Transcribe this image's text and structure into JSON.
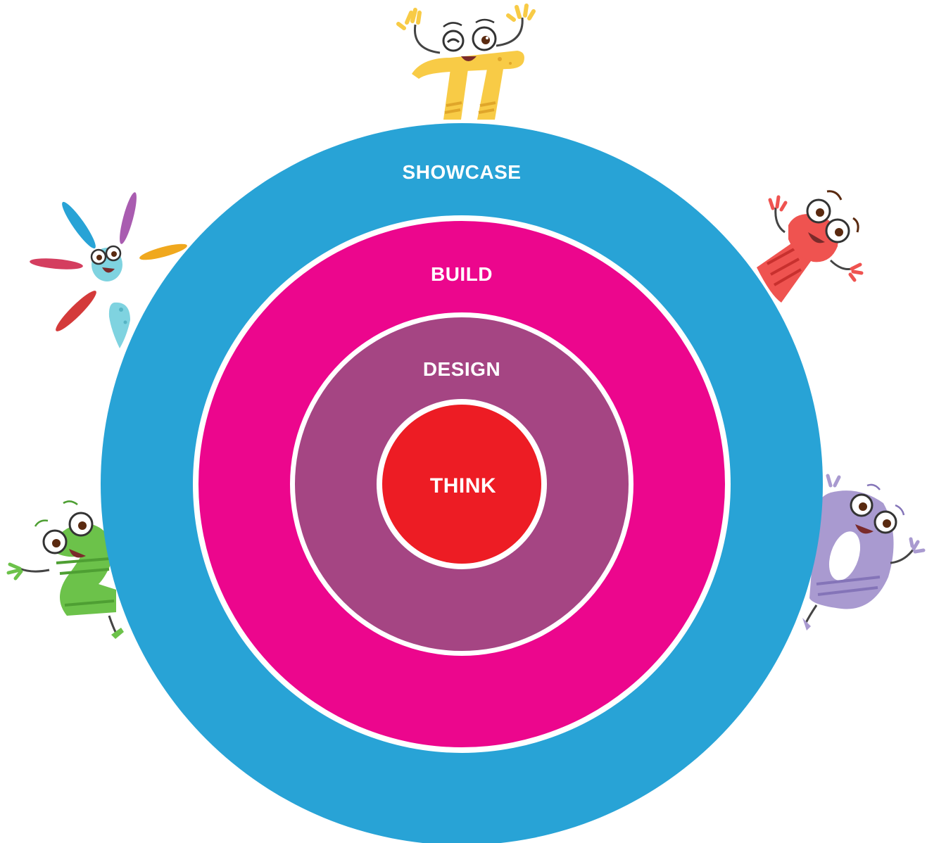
{
  "diagram": {
    "type": "concentric-circles",
    "rings": [
      {
        "id": "showcase",
        "label": "SHOWCASE",
        "color": "#28a3d6"
      },
      {
        "id": "build",
        "label": "BUILD",
        "color": "#ec068d"
      },
      {
        "id": "design",
        "label": "DESIGN",
        "color": "#a54583"
      },
      {
        "id": "think",
        "label": "THINK",
        "color": "#ed1c24"
      }
    ],
    "separator_color": "#ffffff"
  },
  "mascots": [
    {
      "id": "pi",
      "icon": "pi-symbol-mascot-icon",
      "color": "#f8cb46"
    },
    {
      "id": "radical",
      "icon": "radical-mascot-icon",
      "color": "#ef5350"
    },
    {
      "id": "zero",
      "icon": "zero-mascot-icon",
      "color": "#a99ad0"
    },
    {
      "id": "two",
      "icon": "two-mascot-icon",
      "color": "#6cc24a"
    },
    {
      "id": "star",
      "icon": "star-burst-mascot-icon",
      "color": "#7fd3e0"
    }
  ]
}
